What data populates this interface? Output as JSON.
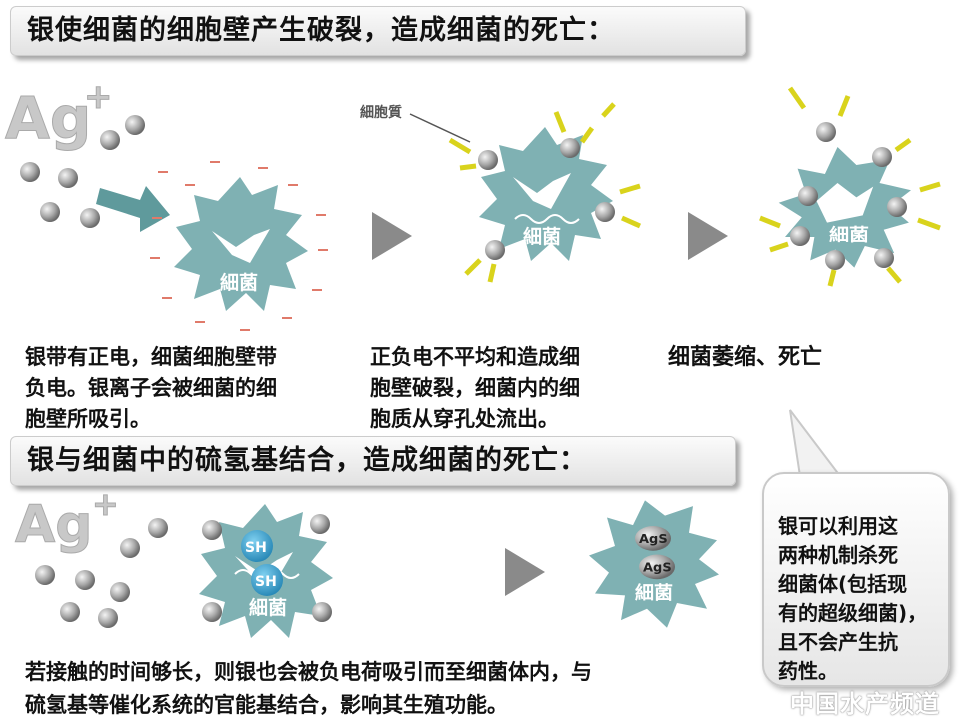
{
  "section1": {
    "title": "银使细菌的细胞壁产生破裂，造成细菌的死亡：",
    "ag_label": "Ag",
    "ag_charge": "+",
    "cytoplasm_label": "細胞質",
    "bacteria_label": "細菌",
    "step1_text": "银带有正电，细菌细胞壁带\n负电。银离子会被细菌的细\n胞壁所吸引。",
    "step2_text": "正负电不平均和造成细\n胞壁破裂，细菌内的细\n胞质从穿孔处流出。",
    "step3_text": "细菌萎缩、死亡"
  },
  "section2": {
    "title": "银与细菌中的硫氢基结合，造成细菌的死亡：",
    "ag_label": "Ag",
    "ag_charge": "+",
    "sh_label": "SH",
    "ags_label": "AgS",
    "bacteria_label": "細菌",
    "description": "若接触的时间够长，则银也会被负电荷吸引而至细菌体内，与\n硫氢基等催化系统的官能基结合，影响其生殖功能。"
  },
  "callout": {
    "text": "银可以利用这\n两种机制杀死\n细菌体(包括现\n有的超级细菌)，\n且不会产生抗\n药性。"
  },
  "watermark": "中国水产频道",
  "colors": {
    "bacteria": "#7fb1b3",
    "arrow": "#5f9a9c",
    "spark": "#d9d31c",
    "minus": "#e07a6a",
    "silver": "#9a9a9a"
  }
}
